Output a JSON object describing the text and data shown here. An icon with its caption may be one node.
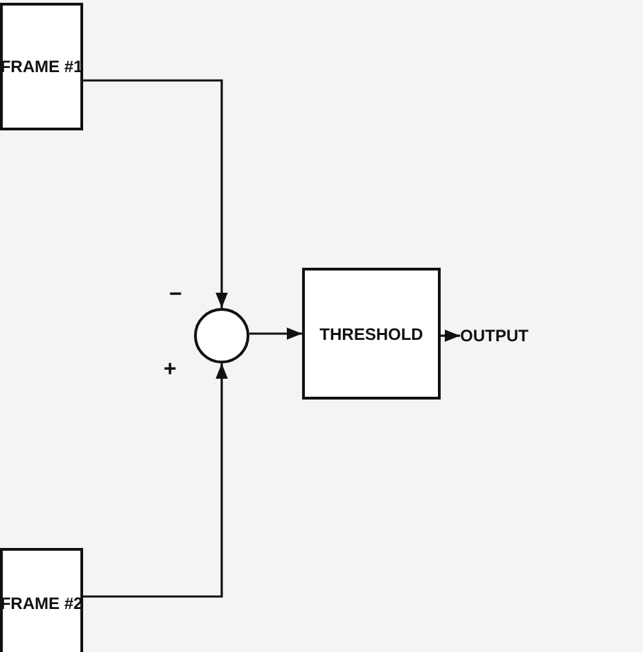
{
  "diagram": {
    "nodes": [
      {
        "text": [
          "FRAME #1"
        ]
      },
      {
        "text": [],
        "shape": "circle"
      },
      {
        "text": [
          "THRESHOLD"
        ]
      },
      {
        "text": [
          "OUTPUT"
        ]
      },
      {
        "text": [
          "FRAME #2"
        ]
      }
    ],
    "edges": [
      {
        "from": 0,
        "to": 1,
        "arrow": "to"
      },
      {
        "from": 4,
        "to": 1,
        "arrow": "to"
      },
      {
        "from": 1,
        "to": 2,
        "arrow": "to"
      },
      {
        "from": 2,
        "to": 3,
        "arrow": "to"
      }
    ],
    "labels": [
      "−",
      "+"
    ]
  }
}
